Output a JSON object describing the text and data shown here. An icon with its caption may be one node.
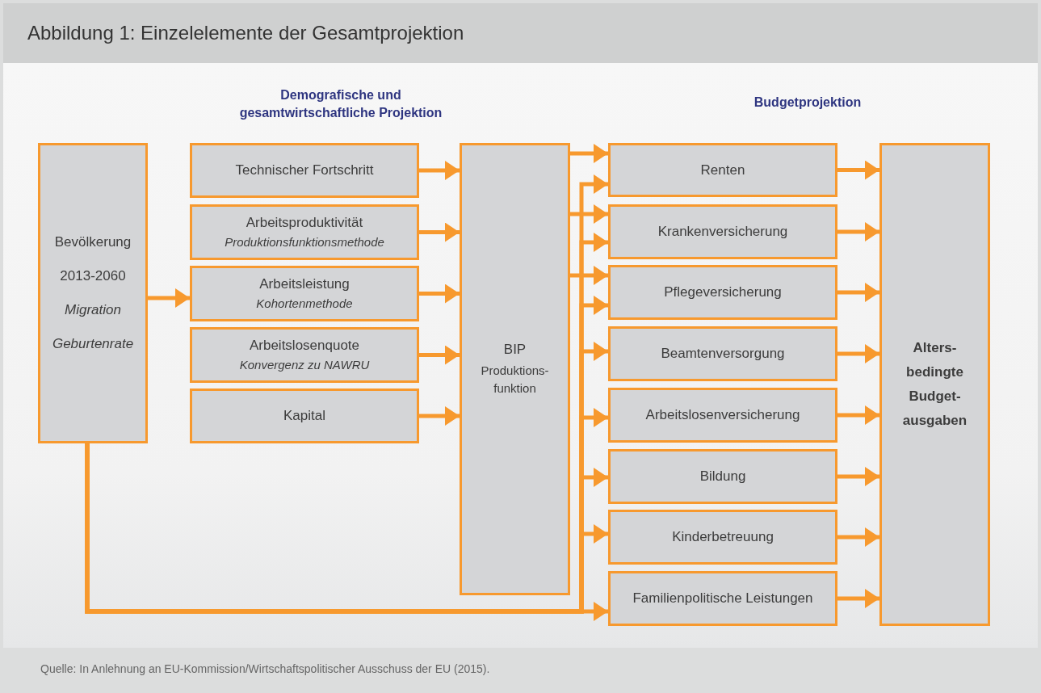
{
  "diagram": {
    "title": "Abbildung 1: Einzelelemente der Gesamtprojektion",
    "caption": "Quelle: In Anlehnung an EU-Kommission/Wirtschaftspolitischer Ausschuss der EU (2015).",
    "nodes": [
      {
        "text": [
          "Bevölkerung",
          "2013-2060",
          "Migration",
          "Geburtenrate"
        ]
      },
      {
        "text": [
          "Technischer Fortschritt"
        ]
      },
      {
        "text": [
          "Arbeitsproduktivität",
          "Produktionsfunktionsmethode"
        ]
      },
      {
        "text": [
          "Arbeitsleistung",
          "Kohortenmethode"
        ]
      },
      {
        "text": [
          "Arbeitslosenquote",
          "Konvergenz zu NAWRU"
        ]
      },
      {
        "text": [
          "Kapital"
        ]
      },
      {
        "text": [
          "BIP",
          "Produktions- funktion"
        ]
      },
      {
        "text": [
          "Renten"
        ]
      },
      {
        "text": [
          "Krankenversicherung"
        ]
      },
      {
        "text": [
          "Pflegeversicherung"
        ]
      },
      {
        "text": [
          "Beamtenversorgung"
        ]
      },
      {
        "text": [
          "Arbeitslosenversicherung"
        ]
      },
      {
        "text": [
          "Bildung"
        ]
      },
      {
        "text": [
          "Kinderbetreuung"
        ]
      },
      {
        "text": [
          "Familienpolitische Leistungen"
        ]
      },
      {
        "text": [
          "Alters- bedingte Budget- ausgaben"
        ]
      }
    ],
    "edges": [
      {
        "from": 0,
        "to": 3,
        "arrow": "to"
      },
      {
        "from": 1,
        "to": 6,
        "arrow": "to"
      },
      {
        "from": 2,
        "to": 6,
        "arrow": "to"
      },
      {
        "from": 3,
        "to": 6,
        "arrow": "to"
      },
      {
        "from": 4,
        "to": 6,
        "arrow": "to"
      },
      {
        "from": 5,
        "to": 6,
        "arrow": "to"
      },
      {
        "from": 6,
        "to": 7,
        "arrow": "to"
      },
      {
        "from": 6,
        "to": 8,
        "arrow": "to"
      },
      {
        "from": 6,
        "to": 9,
        "arrow": "to"
      },
      {
        "from": 0,
        "to": 7,
        "arrow": "to"
      },
      {
        "from": 0,
        "to": 8,
        "arrow": "to"
      },
      {
        "from": 0,
        "to": 9,
        "arrow": "to"
      },
      {
        "from": 0,
        "to": 10,
        "arrow": "to"
      },
      {
        "from": 0,
        "to": 11,
        "arrow": "to"
      },
      {
        "from": 0,
        "to": 12,
        "arrow": "to"
      },
      {
        "from": 0,
        "to": 13,
        "arrow": "to"
      },
      {
        "from": 0,
        "to": 14,
        "arrow": "to"
      },
      {
        "from": 7,
        "to": 15,
        "arrow": "to"
      },
      {
        "from": 8,
        "to": 15,
        "arrow": "to"
      },
      {
        "from": 9,
        "to": 15,
        "arrow": "to"
      },
      {
        "from": 10,
        "to": 15,
        "arrow": "to"
      },
      {
        "from": 11,
        "to": 15,
        "arrow": "to"
      },
      {
        "from": 12,
        "to": 15,
        "arrow": "to"
      },
      {
        "from": 13,
        "to": 15,
        "arrow": "to"
      },
      {
        "from": 14,
        "to": 15,
        "arrow": "to"
      }
    ],
    "labels": [
      "Demografische und gesamtwirtschaftliche Projektion",
      "Budgetprojektion"
    ]
  }
}
